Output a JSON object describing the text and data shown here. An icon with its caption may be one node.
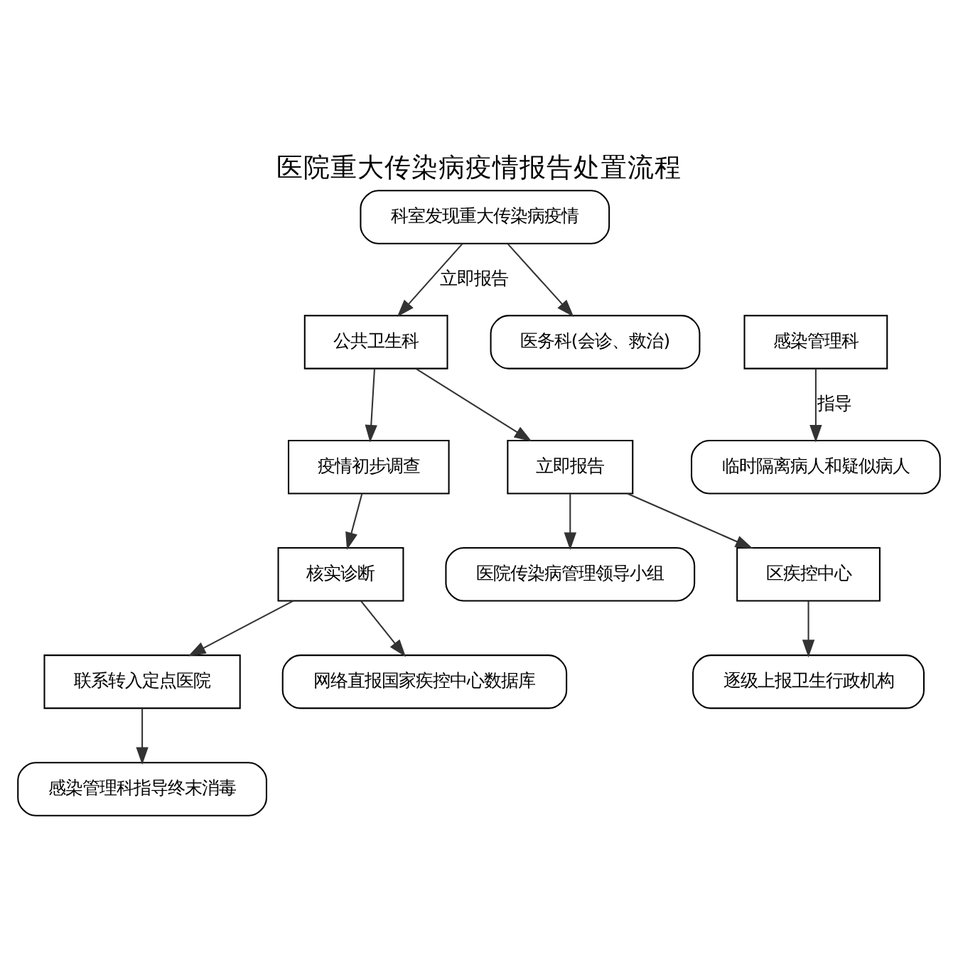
{
  "diagram": {
    "title": "医院重大传染病疫情报告处置流程",
    "nodes": [
      {
        "text": [
          "科室发现重大传染病疫情"
        ]
      },
      {
        "text": [
          "感染管理科"
        ]
      },
      {
        "text": [
          "公共卫生科"
        ]
      },
      {
        "text": [
          "医务科(会诊、救治)"
        ]
      },
      {
        "text": [
          "临时隔离病人和疑似病人"
        ]
      },
      {
        "text": [
          "疫情初步调查"
        ]
      },
      {
        "text": [
          "立即报告"
        ]
      },
      {
        "text": [
          "核实诊断"
        ]
      },
      {
        "text": [
          "医院传染病管理领导小组"
        ]
      },
      {
        "text": [
          "区疾控中心"
        ]
      },
      {
        "text": [
          "联系转入定点医院"
        ]
      },
      {
        "text": [
          "网络直报国家疾控中心数据库"
        ]
      },
      {
        "text": [
          "逐级上报卫生行政机构"
        ]
      },
      {
        "text": [
          "感染管理科指导终末消毒"
        ]
      }
    ],
    "edges": [
      {
        "from": 0,
        "to": 2,
        "arrow": "to",
        "label": "立即报告"
      },
      {
        "from": 0,
        "to": 3,
        "arrow": "to"
      },
      {
        "from": 1,
        "to": 4,
        "arrow": "to",
        "label": "指导"
      },
      {
        "from": 2,
        "to": 5,
        "arrow": "to"
      },
      {
        "from": 2,
        "to": 6,
        "arrow": "to"
      },
      {
        "from": 5,
        "to": 7,
        "arrow": "to"
      },
      {
        "from": 6,
        "to": 8,
        "arrow": "to"
      },
      {
        "from": 6,
        "to": 9,
        "arrow": "to"
      },
      {
        "from": 7,
        "to": 10,
        "arrow": "to"
      },
      {
        "from": 7,
        "to": 11,
        "arrow": "to"
      },
      {
        "from": 9,
        "to": 12,
        "arrow": "to"
      },
      {
        "from": 10,
        "to": 13,
        "arrow": "to"
      }
    ]
  }
}
